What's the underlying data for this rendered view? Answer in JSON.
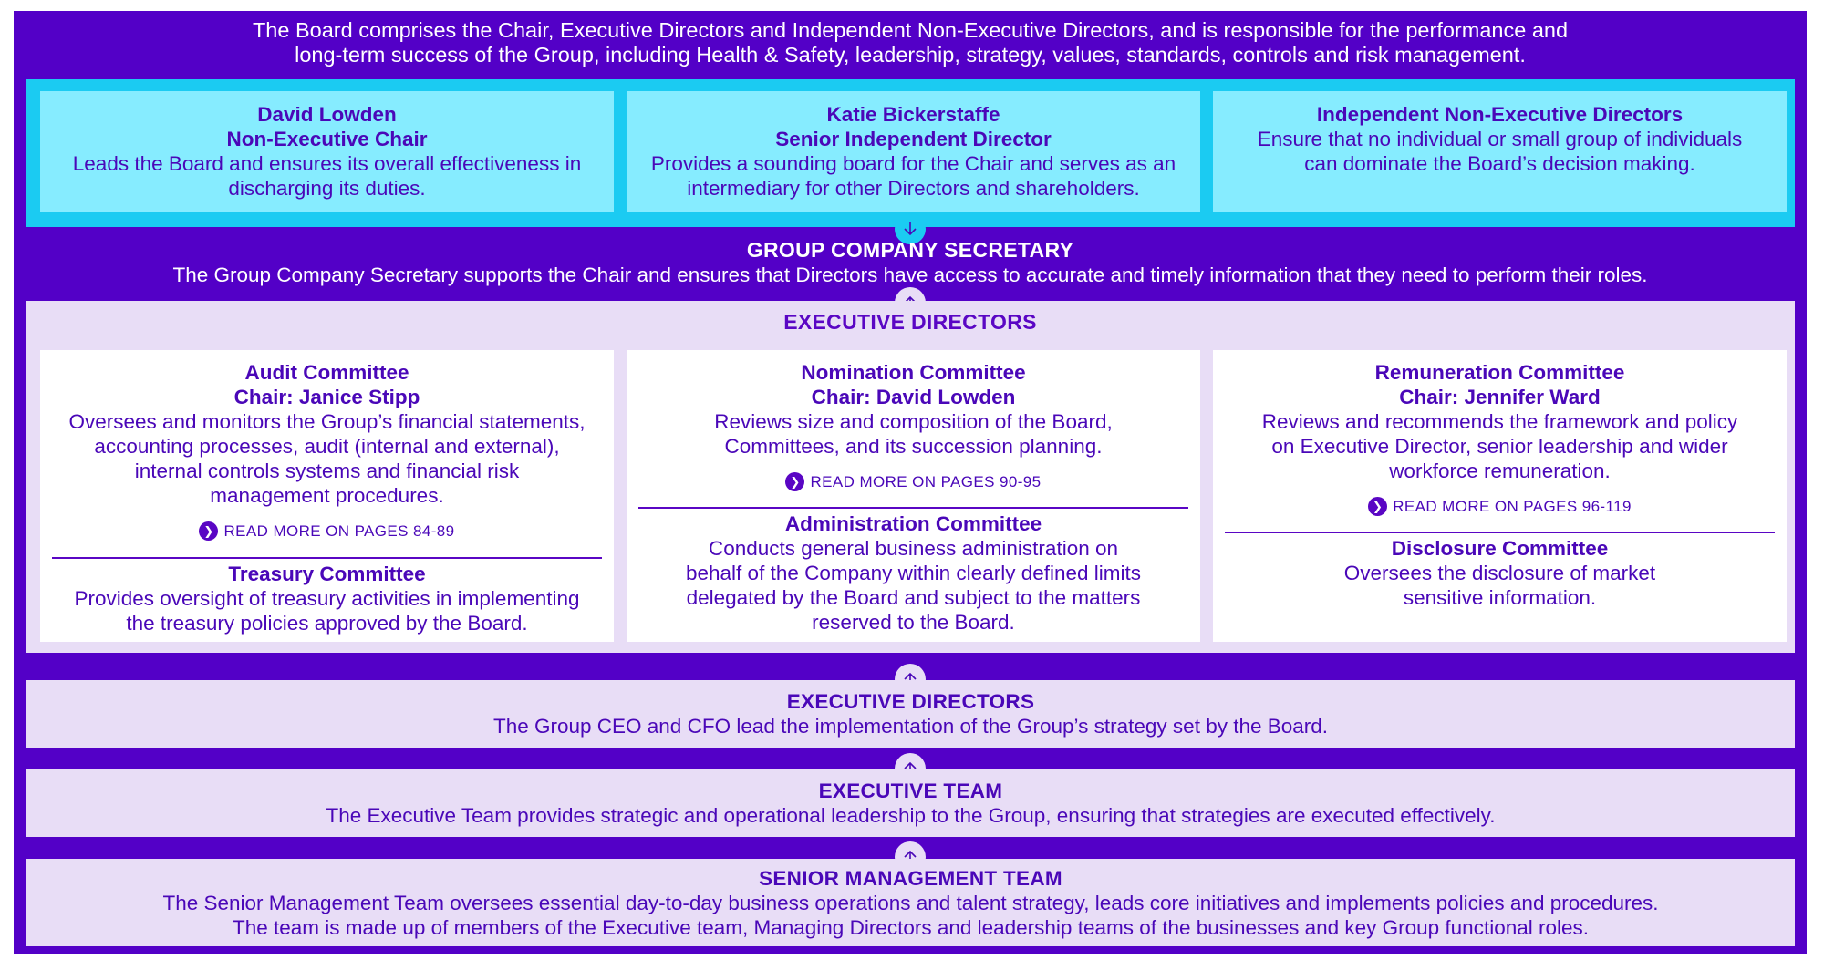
{
  "intro": {
    "line1": "The Board comprises the Chair, Executive Directors and Independent Non-Executive Directors, and is responsible for the performance and",
    "line2": "long-term success of the Group, including Health & Safety, leadership, strategy, values, standards, controls and risk management."
  },
  "board_roles": [
    {
      "name": "David Lowden",
      "role": "Non-Executive Chair",
      "desc1": "Leads the Board and ensures its overall effectiveness in",
      "desc2": "discharging its duties."
    },
    {
      "name": "Katie Bickerstaffe",
      "role": "Senior Independent Director",
      "desc1": "Provides a sounding board for the Chair and serves as an",
      "desc2": "intermediary for other Directors and shareholders."
    },
    {
      "name": "Independent Non-Executive Directors",
      "desc1": "Ensure that no individual or small group of individuals",
      "desc2": "can dominate the Board’s decision making."
    }
  ],
  "secretary": {
    "title": "GROUP COMPANY SECRETARY",
    "desc": "The Group Company Secretary supports the Chair and ensures that Directors have access to accurate and timely information that they need to perform their roles."
  },
  "committees_band_title": "EXECUTIVE DIRECTORS",
  "committees": [
    {
      "title": "Audit Committee",
      "chair": "Chair: Janice Stipp",
      "lines": [
        "Oversees and monitors the Group’s financial statements,",
        "accounting processes, audit (internal and external),",
        "internal controls systems and financial risk",
        "management procedures."
      ],
      "readmore": "READ MORE ON PAGES 84-89",
      "sub_title": "Treasury Committee",
      "sub_lines": [
        "Provides oversight of treasury activities in implementing",
        "the treasury policies approved by the Board."
      ]
    },
    {
      "title": "Nomination Committee",
      "chair": "Chair: David Lowden",
      "lines": [
        "Reviews size and composition of the Board,",
        "Committees, and its succession planning."
      ],
      "readmore": "READ MORE ON PAGES 90-95",
      "sub_title": "Administration Committee",
      "sub_lines": [
        "Conducts general business administration on",
        "behalf of the Company within clearly defined limits",
        "delegated by the Board and subject to the matters",
        "reserved to the Board."
      ]
    },
    {
      "title": "Remuneration Committee",
      "chair": "Chair: Jennifer Ward",
      "lines": [
        "Reviews and recommends the framework and policy",
        "on Executive Director, senior leadership and wider",
        "workforce remuneration."
      ],
      "readmore": "READ MORE ON PAGES 96-119",
      "sub_title": "Disclosure Committee",
      "sub_lines": [
        "Oversees the disclosure of market",
        "sensitive information."
      ]
    }
  ],
  "executive_directors": {
    "title": "EXECUTIVE DIRECTORS",
    "desc": "The Group CEO and CFO lead the implementation of the Group’s strategy set by the Board."
  },
  "executive_team": {
    "title": "EXECUTIVE TEAM",
    "desc": "The Executive Team provides strategic and operational leadership to the Group, ensuring that strategies are executed effectively."
  },
  "senior_management": {
    "title": "SENIOR MANAGEMENT TEAM",
    "desc1": "The Senior Management Team oversees essential day-to-day business operations and talent strategy, leads core initiatives and implements policies and procedures.",
    "desc2": "The team is made up of members of the Executive team, Managing Directors and leadership teams of the businesses and key Group functional roles."
  },
  "colors": {
    "background": "#5300c7",
    "cyan_band": "#1bcbf2",
    "cyan_card": "#86ecff",
    "lavender": "#e8ddf6",
    "text_purple": "#4a07b8"
  }
}
